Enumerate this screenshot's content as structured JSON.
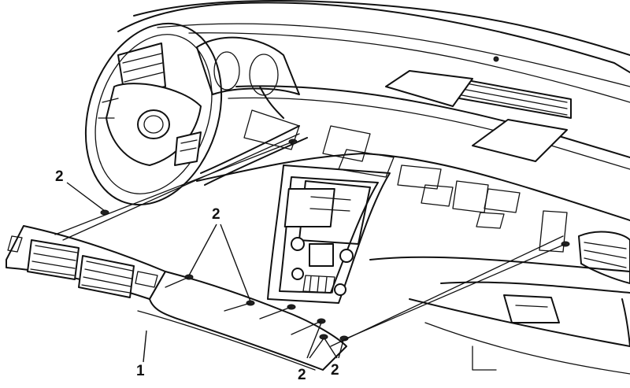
{
  "callouts": {
    "c1": "1",
    "c2a": "2",
    "c2b": "2",
    "c2c": "2",
    "c2d": "2"
  }
}
